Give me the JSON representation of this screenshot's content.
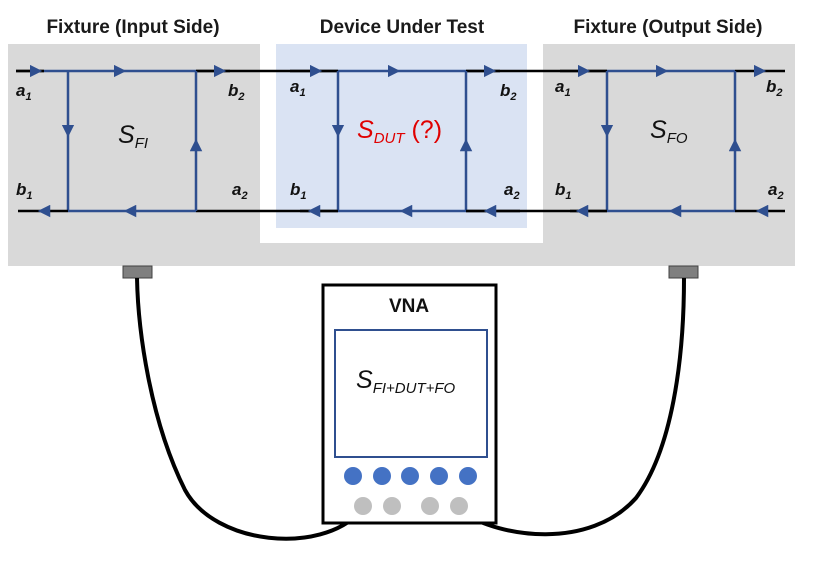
{
  "headers": {
    "fixture_input": "Fixture (Input Side)",
    "dut": "Device Under Test",
    "fixture_output": "Fixture (Output Side)"
  },
  "ports": {
    "a": "a",
    "b": "b",
    "one": "1",
    "two": "2"
  },
  "blocks": {
    "fixture_input": {
      "main": "S",
      "sub": "FI"
    },
    "dut": {
      "main": "S",
      "sub": "DUT",
      "suffix": " (?)"
    },
    "fixture_output": {
      "main": "S",
      "sub": "FO"
    }
  },
  "vna": {
    "title": "VNA",
    "display_main": "S",
    "display_sub": "FI+DUT+FO",
    "blue_buttons": 5,
    "gray_buttons": 4
  },
  "colors": {
    "fixture_bg": "#d9d9d9",
    "dut_bg": "#dae3f3",
    "signal_line": "#2f4f8f",
    "dut_label": "#e00000",
    "blue_button": "#4472c4",
    "gray_button": "#bfbfbf",
    "connector": "#7f7f7f"
  }
}
